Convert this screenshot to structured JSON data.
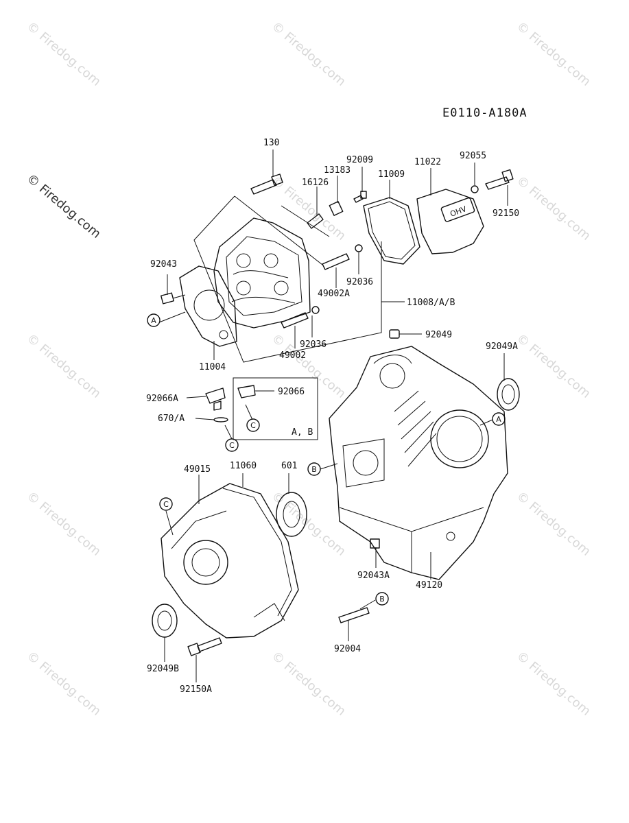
{
  "diagram_code": "E0110-A180A",
  "watermark": "© Firedog.com",
  "part_numbers": {
    "p130": "130",
    "p92009": "92009",
    "p13183": "13183",
    "p11009": "11009",
    "p11022": "11022",
    "p92055": "92055",
    "p16126": "16126",
    "p92150": "92150",
    "p92043": "92043",
    "p92036a": "92036",
    "p49002A": "49002A",
    "p11008": "11008/A/B",
    "p92036b": "92036",
    "p49002": "49002",
    "p92049": "92049",
    "p11004": "11004",
    "p92049A": "92049A",
    "p92066A": "92066A",
    "p92066": "92066",
    "p670A": "670/A",
    "pAB": "A, B",
    "p49015": "49015",
    "p11060": "11060",
    "p601": "601",
    "p92043A": "92043A",
    "p49120": "49120",
    "p92004": "92004",
    "p92049B": "92049B",
    "p92150A": "92150A"
  },
  "callouts": {
    "A": "A",
    "B": "B",
    "C": "C"
  },
  "brand_mark": "OHV"
}
